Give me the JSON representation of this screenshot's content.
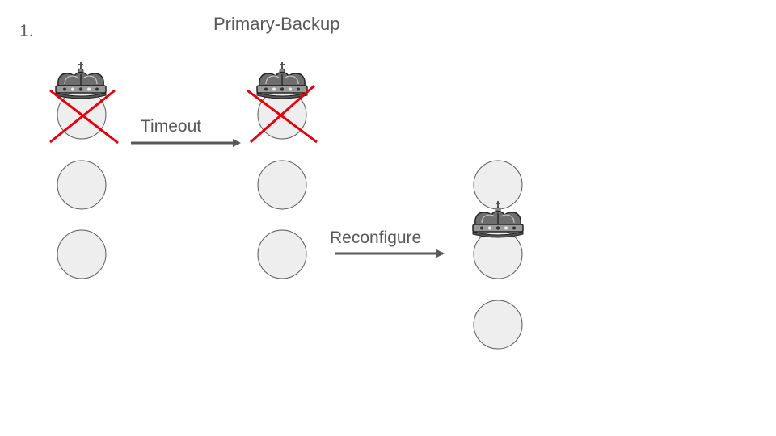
{
  "slide": {
    "number": "1.",
    "title": "Primary-Backup"
  },
  "arrows": {
    "timeout_label": "Timeout",
    "reconfigure_label": "Reconfigure"
  },
  "colors": {
    "node_fill": "#eeeeee",
    "node_stroke": "#595959",
    "cross": "#e8000b",
    "arrow": "#595959",
    "text": "#595959"
  },
  "icons": {
    "primary_marker": "crown-icon",
    "failed_marker": "red-x-icon"
  }
}
